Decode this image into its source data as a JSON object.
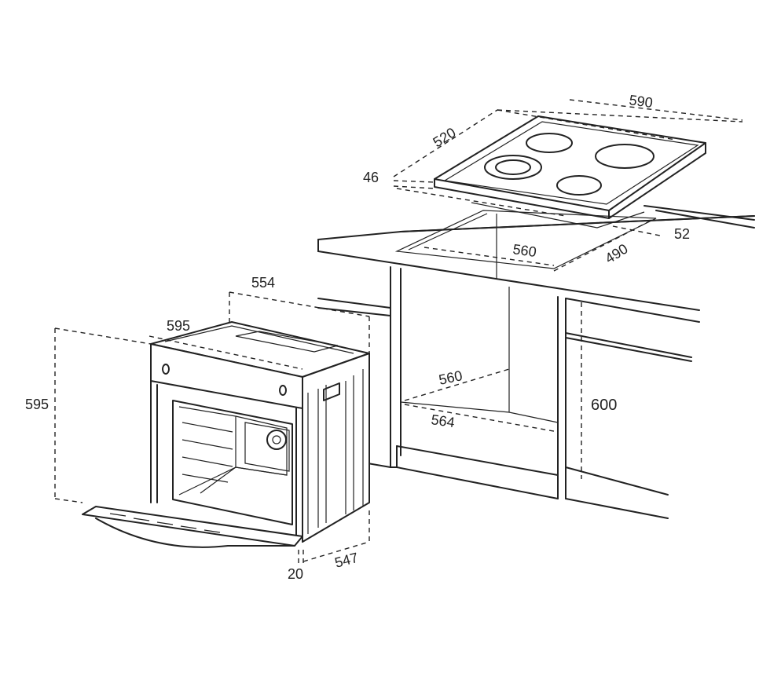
{
  "dimensions": {
    "hob_width": "590",
    "hob_depth": "520",
    "hob_height": "46",
    "cutout_width": "560",
    "cutout_depth": "490",
    "cutout_offset": "52",
    "oven_width": "595",
    "oven_height": "595",
    "oven_depth_top": "554",
    "oven_depth": "547",
    "door_thickness": "20",
    "niche_width": "560",
    "niche_inner_width": "564",
    "niche_height": "600"
  }
}
